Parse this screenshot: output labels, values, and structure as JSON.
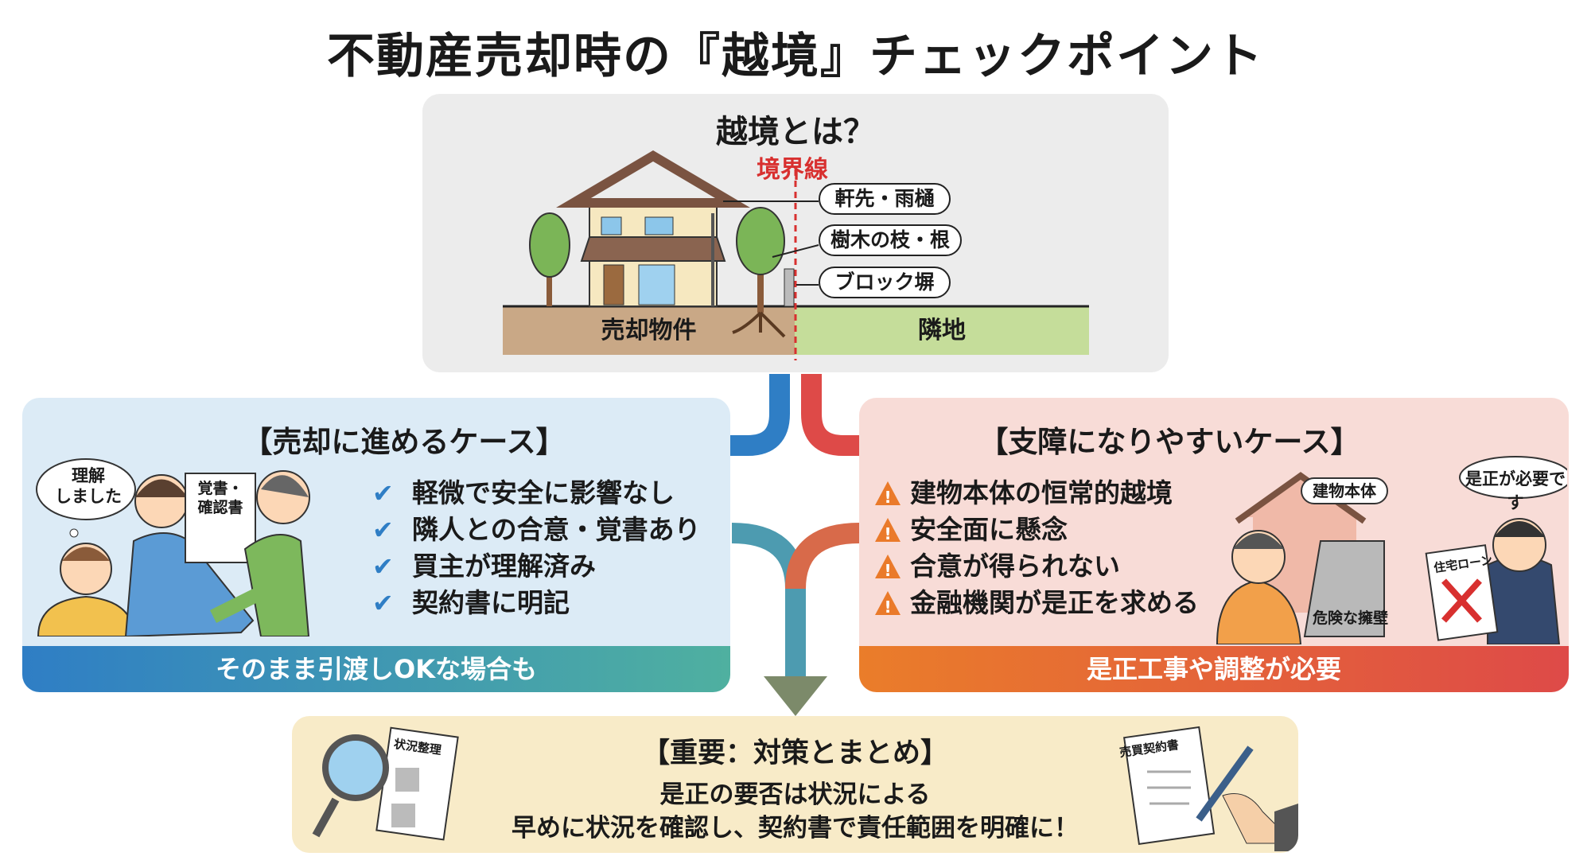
{
  "title": "不動産売却時の『越境』チェックポイント",
  "top": {
    "title": "越境とは？",
    "boundary_label": "境界線",
    "callouts": [
      "軒先・雨樋",
      "樹木の枝・根",
      "ブロック塀"
    ],
    "ground_left": "売却物件",
    "ground_right": "隣地"
  },
  "left": {
    "title": "【売却に進めるケース】",
    "items": [
      "軽微で安全に影響なし",
      "隣人との合意・覚書あり",
      "買主が理解済み",
      "契約書に明記"
    ],
    "speech": [
      "理解",
      "しました"
    ],
    "document": [
      "覚書・",
      "確認書"
    ],
    "footer": "そのまま引渡しOKな場合も",
    "accent": "#2f7ec5"
  },
  "right": {
    "title": "【支障になりやすいケース】",
    "items": [
      "建物本体の恒常的越境",
      "安全面に懸念",
      "合意が得られない",
      "金融機関が是正を求める"
    ],
    "building_label": "建物本体",
    "wall_label": "危険な擁壁",
    "speech": "是正が必要です",
    "document": "住宅ローン",
    "footer": "是正工事や調整が必要",
    "accent": "#e0412f"
  },
  "bottom": {
    "title": "【重要：対策とまとめ】",
    "lines": [
      "是正の要否は状況による",
      "早めに状況を確認し、契約書で責任範囲を明確に！"
    ],
    "left_doc": "状況整理",
    "right_doc": "売買契約書"
  }
}
